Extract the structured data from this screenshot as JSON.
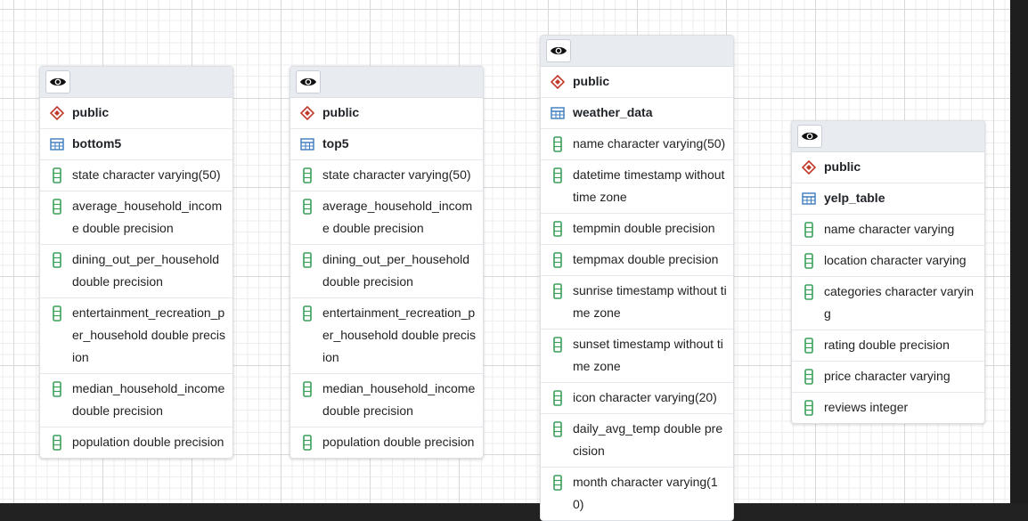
{
  "tables": [
    {
      "schema": "public",
      "name": "bottom5",
      "columns": [
        "state character varying(50)",
        "average_household_income double precision",
        "dining_out_per_household double precision",
        "entertainment_recreation_per_household double precision",
        "median_household_income double precision",
        "population double precision"
      ]
    },
    {
      "schema": "public",
      "name": "top5",
      "columns": [
        "state character varying(50)",
        "average_household_income double precision",
        "dining_out_per_household double precision",
        "entertainment_recreation_per_household double precision",
        "median_household_income double precision",
        "population double precision"
      ]
    },
    {
      "schema": "public",
      "name": "weather_data",
      "columns": [
        "name character varying(50)",
        "datetime timestamp without time zone",
        "tempmin double precision",
        "tempmax double precision",
        "sunrise timestamp without time zone",
        "sunset timestamp without time zone",
        "icon character varying(20)",
        "daily_avg_temp double precision",
        "month character varying(10)"
      ]
    },
    {
      "schema": "public",
      "name": "yelp_table",
      "columns": [
        "name character varying",
        "location character varying",
        "categories character varying",
        "rating double precision",
        "price character varying",
        "reviews integer"
      ]
    }
  ],
  "icons": {
    "header": "eye-icon",
    "schema": "schema-diamond-icon",
    "table": "table-grid-icon",
    "column": "column-icon"
  },
  "colors": {
    "schema_icon": "#c0392b",
    "table_icon": "#3b7bbf",
    "column_icon": "#3aa05a",
    "header_bg": "#e8ebf0"
  }
}
